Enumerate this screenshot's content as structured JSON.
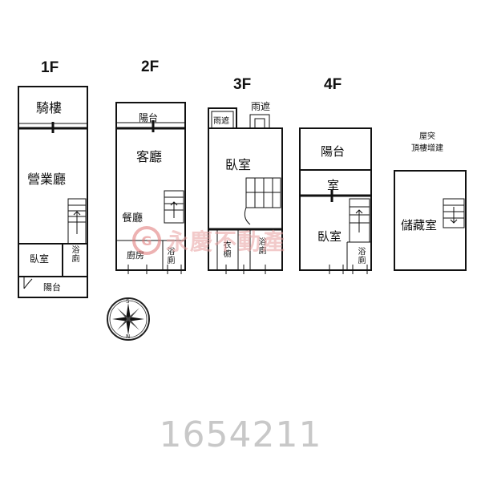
{
  "floors": {
    "f1": {
      "label": "1F",
      "rooms": {
        "arcade": "騎樓",
        "shop_hall": "營業廳",
        "bedroom": "臥室",
        "bath": "浴廁",
        "balcony": "陽台"
      }
    },
    "f2": {
      "label": "2F",
      "rooms": {
        "balcony": "陽台",
        "living": "客廳",
        "dining": "餐廳",
        "kitchen": "廚房",
        "bath": "浴廁"
      }
    },
    "f3": {
      "label": "3F",
      "rooms": {
        "canopy_left": "雨遮",
        "canopy_right": "雨遮",
        "bedroom": "臥室",
        "closet": "衣櫥",
        "bath": "浴廁"
      }
    },
    "f4": {
      "label": "4F",
      "rooms": {
        "balcony": "陽台",
        "room": "室",
        "bedroom": "臥室",
        "bath": "浴廁"
      }
    },
    "rooftop": {
      "caption_line1": "屋突",
      "caption_line2": "頂樓增建",
      "rooms": {
        "storage": "儲藏室"
      }
    }
  },
  "compass": {
    "north": "N",
    "south": "S"
  },
  "watermark": {
    "mark": "G",
    "text": "永慶不動產"
  },
  "listing_id": "1654211"
}
